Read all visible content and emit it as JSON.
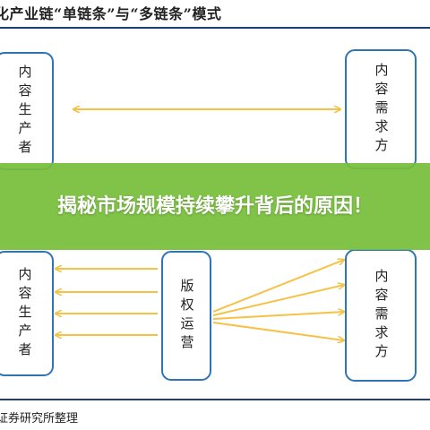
{
  "figure": {
    "title": "化产业链“单链条”与“多链条”模式",
    "source": "证券研究所整理"
  },
  "top_diagram": {
    "left_box": "内容生产者",
    "right_box": "内容需求方"
  },
  "bottom_diagram": {
    "left_box": "内容生产者",
    "center_box": "版权运营",
    "right_box": "内容需求方"
  },
  "banner": {
    "text": "揭秘市场规模持续攀升背后的原因！"
  },
  "colors": {
    "box_border": "#2f75b5",
    "arrow": "#f5c245",
    "rule": "#1f3e72",
    "banner_bg": "#76be3a"
  }
}
